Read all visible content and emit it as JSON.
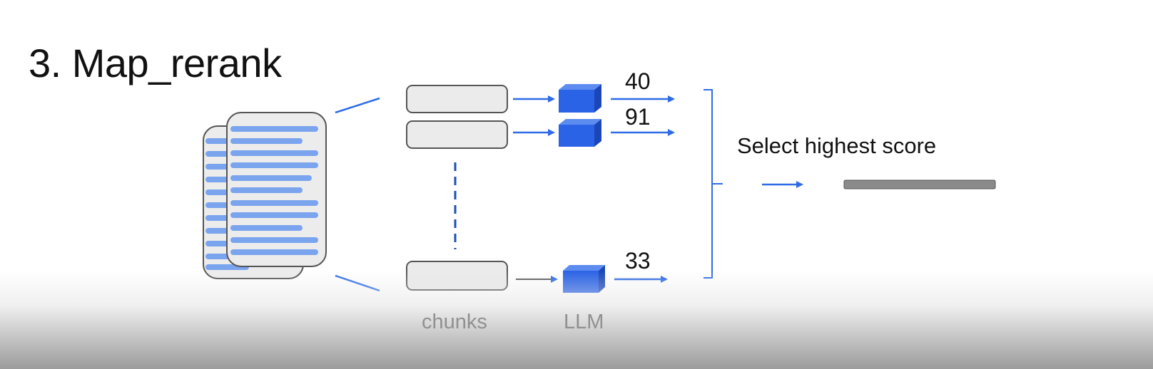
{
  "title": "3. Map_rerank",
  "chunks_label": "chunks",
  "llm_label": "LLM",
  "scores": [
    "40",
    "91",
    "33"
  ],
  "select_label": "Select highest score",
  "colors": {
    "accent": "#2f6be6",
    "cube_front": "#2b63e6",
    "cube_top": "#5d8cf0",
    "cube_side": "#1b46b8",
    "doc_line": "#7aa4ee",
    "doc_bg": "#ececec",
    "result_bar": "#8a8a8a"
  }
}
